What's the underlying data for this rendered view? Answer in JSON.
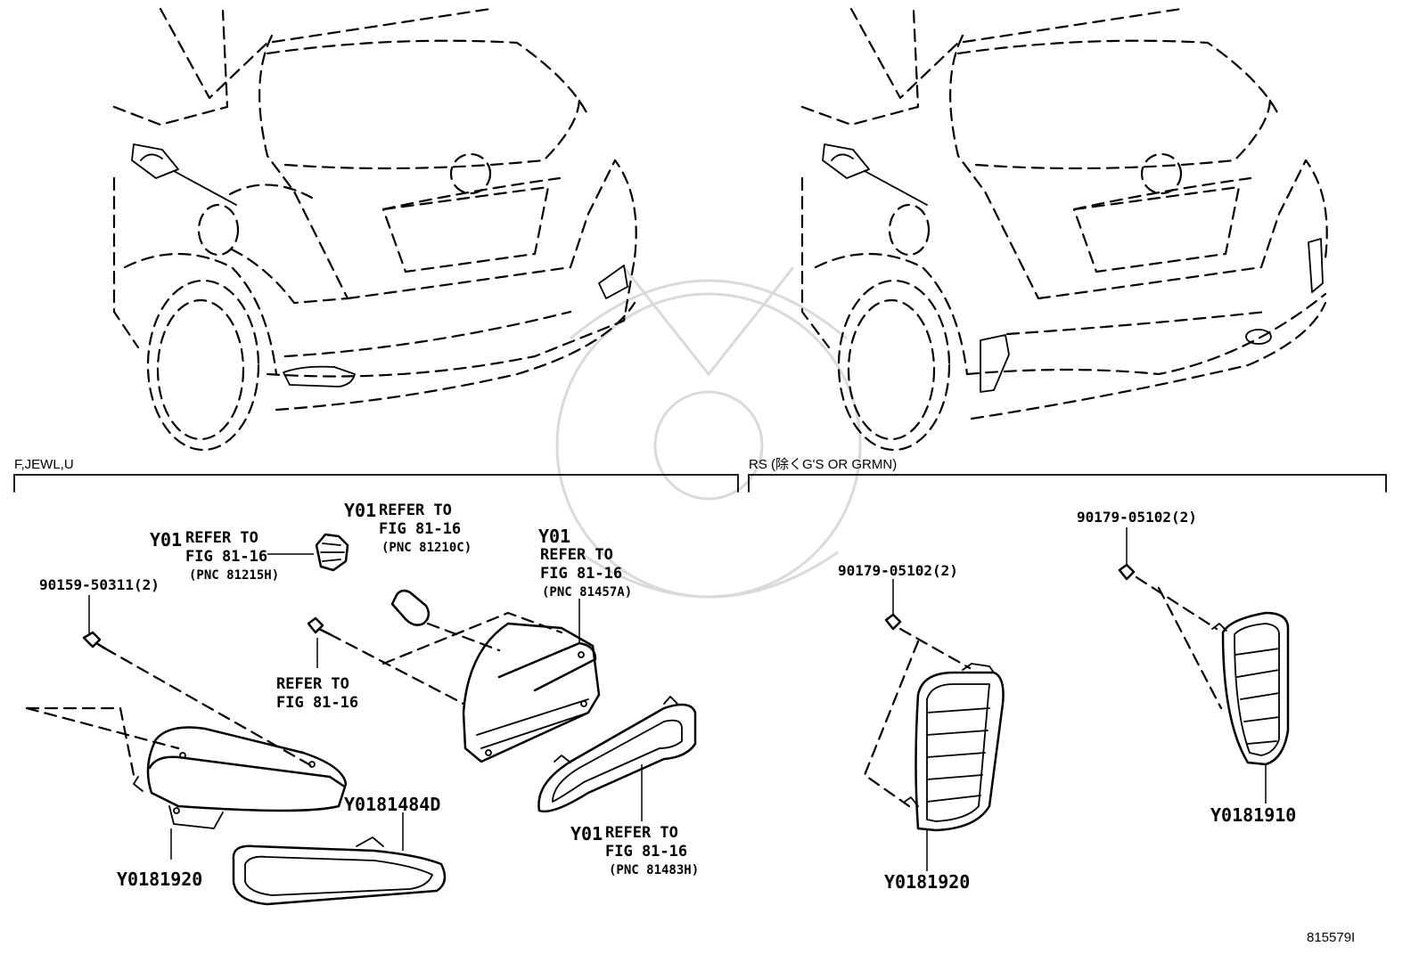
{
  "sections": {
    "left": "F,JEWL,U",
    "right": "RS (除くG'S OR GRMN)"
  },
  "labels": {
    "y01_a": "Y01",
    "ref_a1": "REFER TO",
    "ref_a2": "FIG 81-16",
    "ref_a3": "(PNC 81215H)",
    "y01_b": "Y01",
    "ref_b1": "REFER TO",
    "ref_b2": "FIG 81-16",
    "ref_b3": "(PNC 81210C)",
    "y01_c": "Y01",
    "ref_c1": "REFER TO",
    "ref_c2": "FIG 81-16",
    "ref_c3": "(PNC 81457A)",
    "screw_left": "90159-50311(2)",
    "ref_d1": "REFER TO",
    "ref_d2": "FIG 81-16",
    "part_484d": "Y0181484D",
    "part_920_left": "Y0181920",
    "y01_e": "Y01",
    "ref_e1": "REFER TO",
    "ref_e2": "FIG 81-16",
    "ref_e3": "(PNC 81483H)",
    "screw_mid": "90179-05102(2)",
    "screw_right": "90179-05102(2)",
    "part_920_right": "Y0181920",
    "part_910": "Y0181910",
    "figure_number": "815579I"
  },
  "icons": [
    "car-rear-left-icon",
    "car-rear-right-icon",
    "bulb-icon",
    "socket-icon",
    "screw-icon",
    "nut-icon",
    "watermark-samurai-icon"
  ]
}
